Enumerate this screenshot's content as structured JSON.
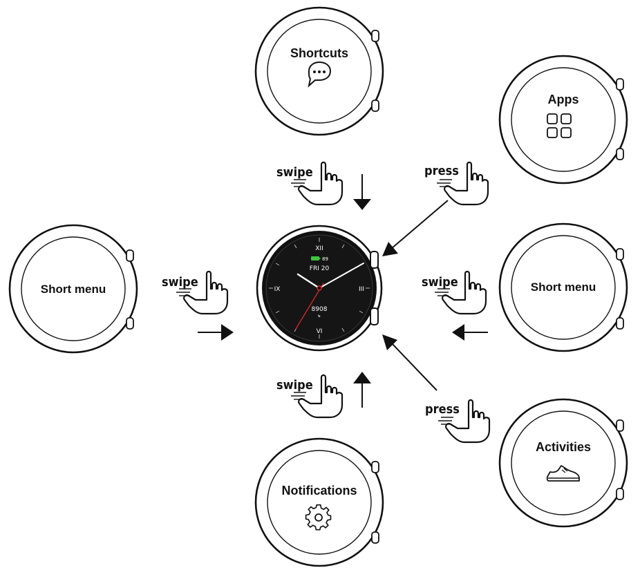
{
  "screens": {
    "top": {
      "label": "Shortcuts",
      "icon": "chat-bubble-icon"
    },
    "top_right": {
      "label": "Apps",
      "icon": "app-grid-icon"
    },
    "left": {
      "label": "Short menu"
    },
    "right": {
      "label": "Short menu"
    },
    "bottom": {
      "label": "Notifications",
      "icon": "gear-icon"
    },
    "bottom_right": {
      "label": "Activities",
      "icon": "running-shoe-icon"
    }
  },
  "gestures": {
    "top": "swipe",
    "top_right": "press",
    "left": "swipe",
    "right": "swipe",
    "bottom": "swipe",
    "bottom_right": "press"
  },
  "watch_face": {
    "numeral_top": "XII",
    "numeral_left": "IX",
    "numeral_right": "III",
    "numeral_bottom": "VI",
    "battery": "89",
    "date": "FRI 20",
    "steps": "8908",
    "battery_color": "#3fc43f",
    "second_hand_color": "#d6282b"
  }
}
